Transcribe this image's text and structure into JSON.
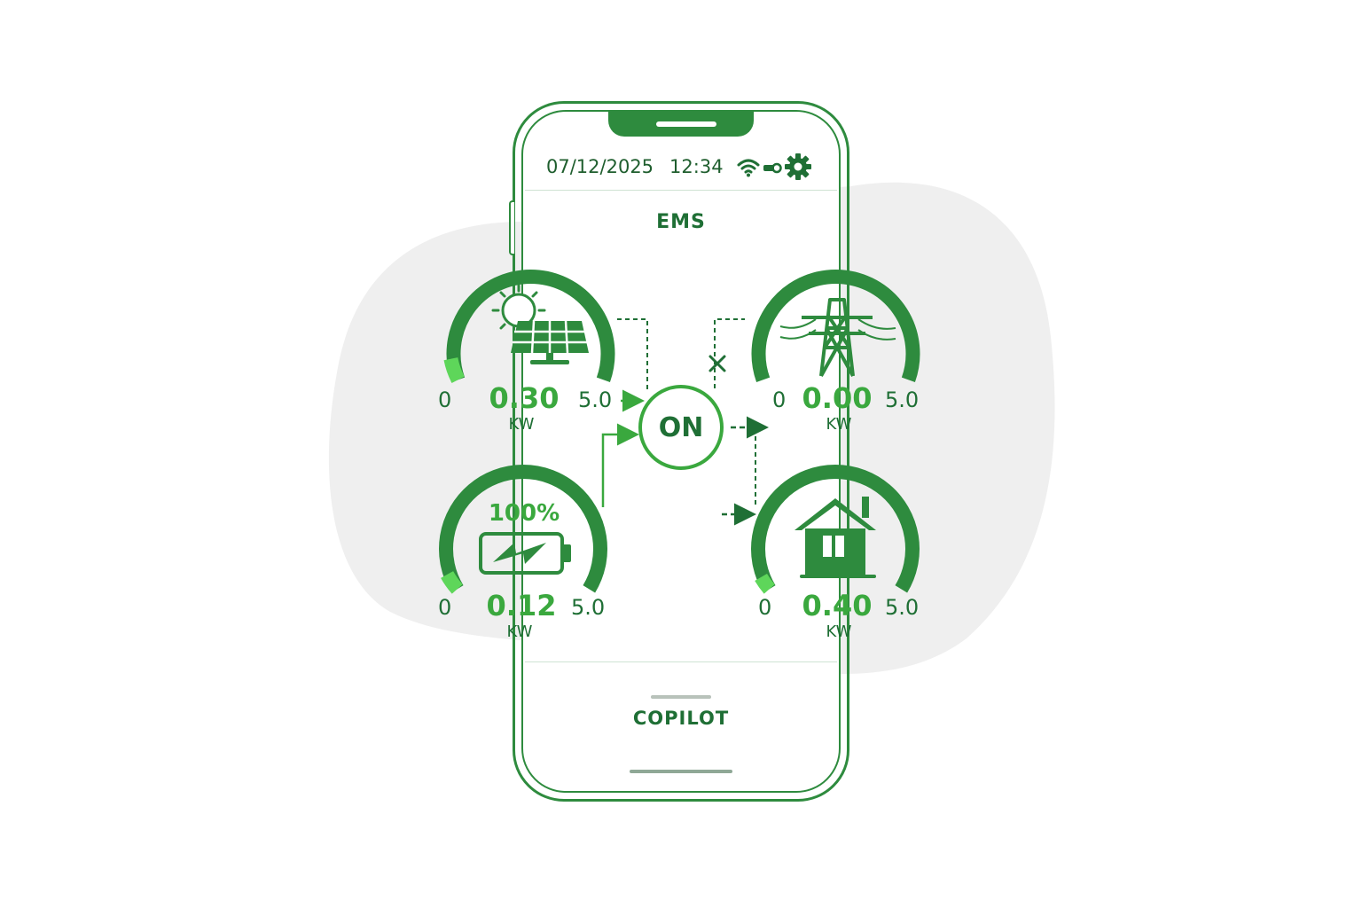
{
  "status_bar": {
    "date": "07/12/2025",
    "time": "12:34",
    "icons": [
      "wifi-icon",
      "key-icon",
      "gear-icon"
    ]
  },
  "app": {
    "title": "EMS",
    "bottom_label": "COPILOT"
  },
  "ems_switch": {
    "label": "ON"
  },
  "gauges": {
    "solar": {
      "value": "0.30",
      "unit": "KW",
      "min": "0",
      "max": "5.0",
      "icon": "solar-panel-icon"
    },
    "grid": {
      "value": "0.00",
      "unit": "KW",
      "min": "0",
      "max": "5.0",
      "icon": "power-tower-icon"
    },
    "battery": {
      "value": "0.12",
      "unit": "KW",
      "min": "0",
      "max": "5.0",
      "charge": "100%",
      "icon": "battery-charging-icon"
    },
    "home": {
      "value": "0.40",
      "unit": "KW",
      "min": "0",
      "max": "5.0",
      "icon": "house-icon"
    }
  },
  "colors": {
    "primary": "#2e8b3e",
    "dark": "#1f6f35",
    "accent": "#3aa83e",
    "highlight": "#5ed65a",
    "background_blob": "#ececec"
  }
}
